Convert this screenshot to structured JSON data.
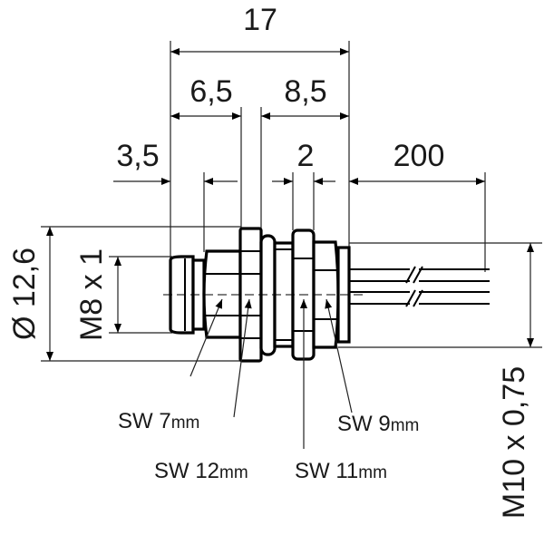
{
  "dimensions": {
    "overall_length": "17",
    "front_length": "6,5",
    "rear_length": "8,5",
    "front_cap": "3,5",
    "nut_width": "2",
    "cable_length": "200",
    "outer_diameter": "Ø 12,6",
    "front_thread": "M8 x 1",
    "mount_thread": "M10 x 0,75"
  },
  "wrench_sizes": [
    {
      "prefix": "SW 7",
      "unit": "mm"
    },
    {
      "prefix": "SW 12",
      "unit": "mm"
    },
    {
      "prefix": "SW 11",
      "unit": "mm"
    },
    {
      "prefix": "SW 9",
      "unit": "mm"
    }
  ]
}
